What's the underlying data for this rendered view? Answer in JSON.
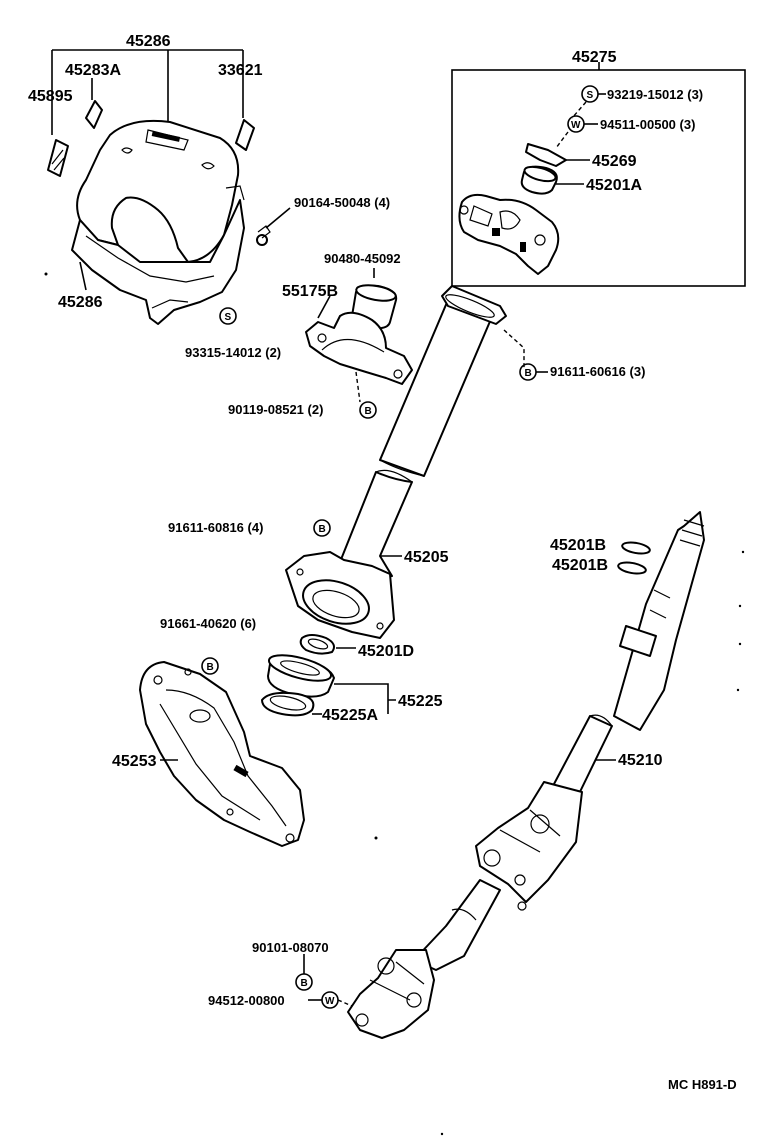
{
  "diagram": {
    "code": "MC H891-D",
    "labels": {
      "l_45286_top": "45286",
      "l_45283A": "45283A",
      "l_33621": "33621",
      "l_45895": "45895",
      "l_45286_bot": "45286",
      "l_90164": "90164-50048 (4)",
      "l_90480": "90480-45092",
      "l_55175B": "55175B",
      "l_93315": "93315-14012 (2)",
      "l_90119": "90119-08521 (2)",
      "l_45275": "45275",
      "l_93219": "93219-15012 (3)",
      "l_94511": "94511-00500 (3)",
      "l_45269": "45269",
      "l_45201A": "45201A",
      "l_91611_60616": "91611-60616 (3)",
      "l_91611_60816": "91611-60816 (4)",
      "l_45205": "45205",
      "l_91661": "91661-40620 (6)",
      "l_45201D": "45201D",
      "l_45225": "45225",
      "l_45225A": "45225A",
      "l_45253": "45253",
      "l_45201B_1": "45201B",
      "l_45201B_2": "45201B",
      "l_45210": "45210",
      "l_90101": "90101-08070",
      "l_94512": "94512-00800"
    },
    "symbols": {
      "s": "S",
      "w": "W",
      "b": "B"
    }
  }
}
